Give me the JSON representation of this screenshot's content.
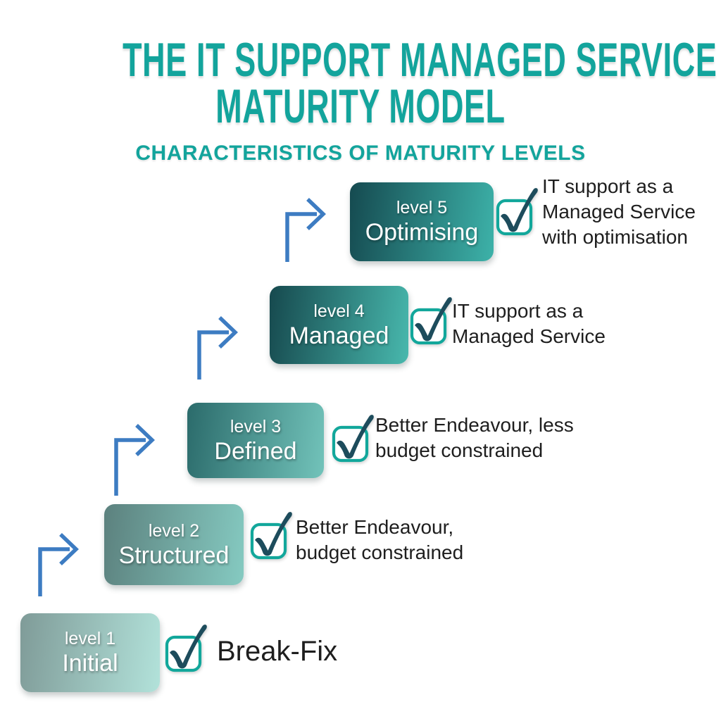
{
  "page": {
    "background": "#ffffff"
  },
  "header": {
    "title_line1": "THE IT SUPPORT MANAGED SERVICE",
    "title_line2": "MATURITY MODEL",
    "subtitle": "CHARACTERISTICS OF MATURITY LEVELS",
    "title_color": "#13a49c"
  },
  "diagram": {
    "arrow_color": "#3d7cc2",
    "checkbox_border_color": "#12a79b",
    "checkmark_color": "#1d4c5c",
    "text_color": "#1e1e1e",
    "levels": [
      {
        "label": "level 1",
        "name": "Initial",
        "description": "Break-Fix",
        "gradient_start": "#7f9b98",
        "gradient_end": "#b2e2da"
      },
      {
        "label": "level 2",
        "name": "Structured",
        "description": "Better Endeavour,\nbudget constrained",
        "gradient_start": "#5c817e",
        "gradient_end": "#85cac1"
      },
      {
        "label": "level 3",
        "name": "Defined",
        "description": "Better Endeavour, less\nbudget constrained",
        "gradient_start": "#2b6b6b",
        "gradient_end": "#72c3ba"
      },
      {
        "label": "level 4",
        "name": "Managed",
        "description": "IT support as a\nManaged Service",
        "gradient_start": "#16494e",
        "gradient_end": "#48b8ad"
      },
      {
        "label": "level 5",
        "name": "Optimising",
        "description": "IT support as a\nManaged Service\nwith optimisation",
        "gradient_start": "#154a50",
        "gradient_end": "#3db2a9"
      }
    ]
  }
}
